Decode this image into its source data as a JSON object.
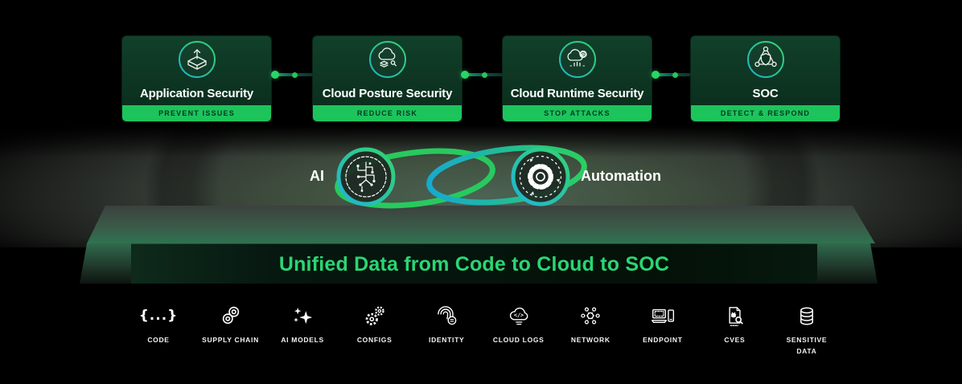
{
  "banner": {
    "title": "Unified Data from Code to Cloud to SOC",
    "text_color": "#2bd573"
  },
  "cards": [
    {
      "title": "Application Security",
      "badge": "PREVENT ISSUES",
      "icon": "package-arrow-icon"
    },
    {
      "title": "Cloud Posture Security",
      "badge": "REDUCE RISK",
      "icon": "cloud-layers-icon"
    },
    {
      "title": "Cloud Runtime Security",
      "badge": "STOP ATTACKS",
      "icon": "cloud-gear-icon"
    },
    {
      "title": "SOC",
      "badge": "DETECT & RESPOND",
      "icon": "shield-network-icon"
    }
  ],
  "loop": {
    "left_label": "AI",
    "right_label": "Automation",
    "left_icon": "ai-circuit-icon",
    "right_icon": "automation-gear-icon"
  },
  "sources": [
    {
      "label": "CODE",
      "icon": "code-braces-icon",
      "glyph": "{...}"
    },
    {
      "label": "SUPPLY CHAIN",
      "icon": "chain-links-icon"
    },
    {
      "label": "AI MODELS",
      "icon": "sparkles-icon"
    },
    {
      "label": "CONFIGS",
      "icon": "gears-icon"
    },
    {
      "label": "IDENTITY",
      "icon": "fingerprint-icon"
    },
    {
      "label": "CLOUD LOGS",
      "icon": "cloud-code-icon"
    },
    {
      "label": "NETWORK",
      "icon": "network-nodes-icon"
    },
    {
      "label": "ENDPOINT",
      "icon": "devices-icon"
    },
    {
      "label": "CVES",
      "icon": "vulnerability-report-icon"
    },
    {
      "label": "SENSITIVE DATA",
      "icon": "database-icon"
    }
  ],
  "colors": {
    "badge_green": "#1dc45c",
    "card_green": "#0c3220",
    "accent_green": "#2ad466",
    "accent_teal": "#1fb4d8",
    "banner_green": "#2bd573"
  }
}
